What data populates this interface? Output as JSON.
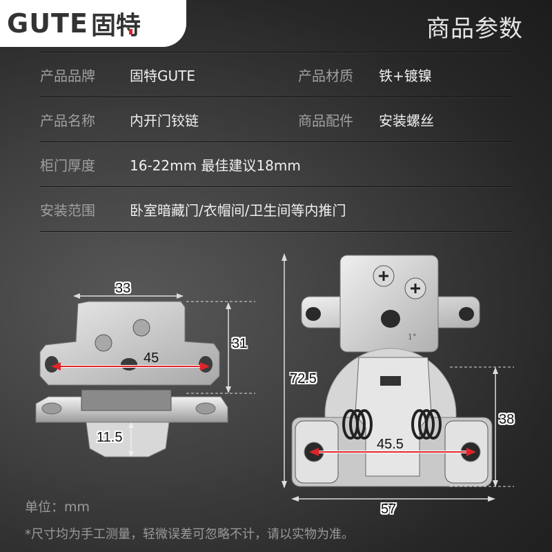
{
  "header": {
    "logo_latin": "GUTE",
    "logo_cn": "固特",
    "title": "商品参数",
    "brand_red": "#e0232a"
  },
  "specs": [
    {
      "label": "产品品牌",
      "value": "固特GUTE",
      "label2": "产品材质",
      "value2": "铁+镀镍"
    },
    {
      "label": "产品名称",
      "value": "内开门铰链",
      "label2": "商品配件",
      "value2": "安装螺丝"
    },
    {
      "label": "柜门厚度",
      "value": "16-22mm 最佳建议18mm"
    },
    {
      "label": "安装范围",
      "value": "卧室暗藏门/衣帽间/卫生间等内推门"
    }
  ],
  "diagrams": {
    "cup_plate": {
      "width_top": "33",
      "height": "31",
      "hole_spacing": "45",
      "cup_depth": "11.5"
    },
    "hinge": {
      "height": "72.5",
      "base_height": "38",
      "hole_spacing": "45.5",
      "width": "57",
      "stamp": "1°"
    },
    "arrow_color": "#e0232a"
  },
  "footer": {
    "unit": "单位：mm",
    "note": "*尺寸均为手工测量，轻微误差可忽略不计，请以实物为准。"
  }
}
